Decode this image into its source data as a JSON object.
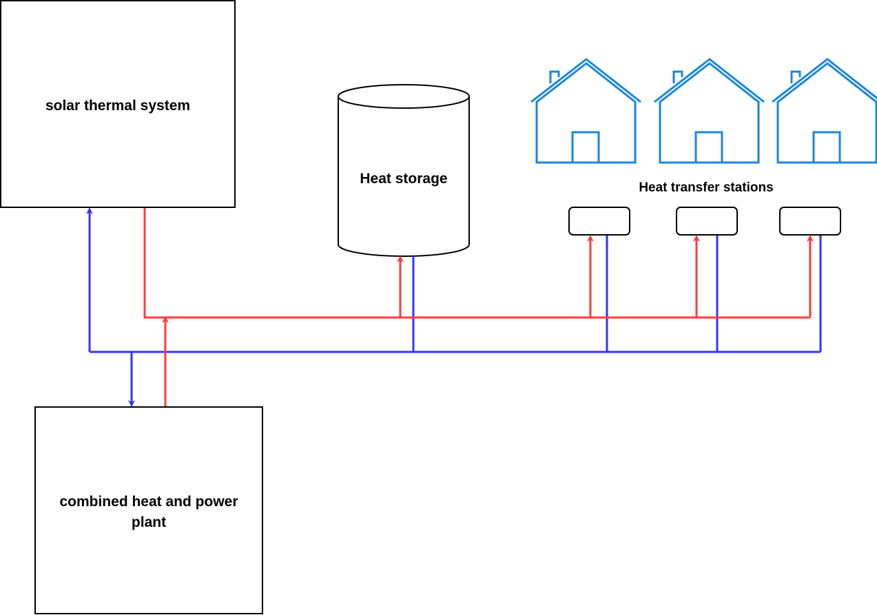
{
  "labels": {
    "solar": "solar thermal system",
    "storage": "Heat storage",
    "stations": "Heat transfer stations",
    "chp_line1": "combined heat and power",
    "chp_line2": "plant"
  },
  "colors": {
    "supply": "#ff3b3b",
    "return": "#3333ff",
    "house": "#1a86e0",
    "outline": "#000000"
  },
  "icons": [
    "house-icon",
    "house-icon",
    "house-icon"
  ]
}
